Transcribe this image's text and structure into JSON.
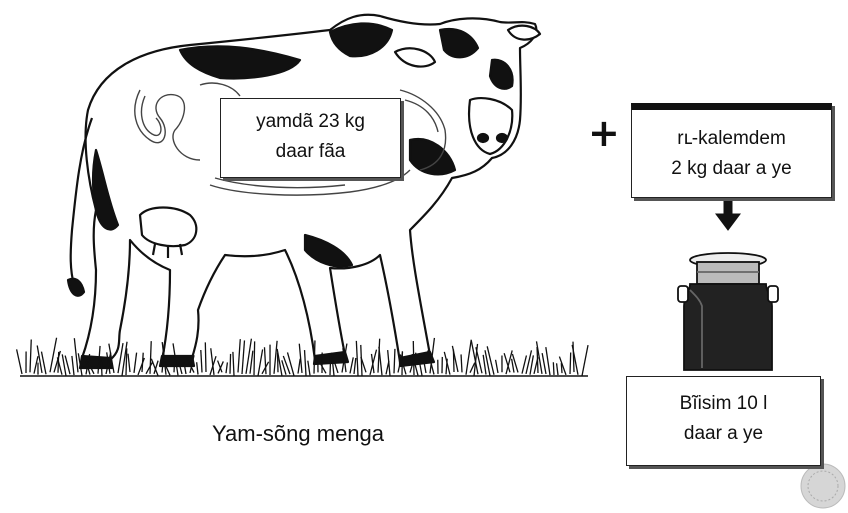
{
  "stomach_label": {
    "line1": "yamdã 23 kg",
    "line2": "daar fãa"
  },
  "plus_sign": "+",
  "feed_label": {
    "line1": "rւ-kalemdem",
    "line2": "2 kg  daar a ye"
  },
  "milk_label": {
    "line1": "Bĩisim 10 l",
    "line2": "daar a ye"
  },
  "caption": "Yam-sõng menga",
  "icons": [
    "cow-illustration",
    "grass-strip",
    "down-arrow-icon",
    "milk-can-illustration",
    "stamp-icon"
  ]
}
